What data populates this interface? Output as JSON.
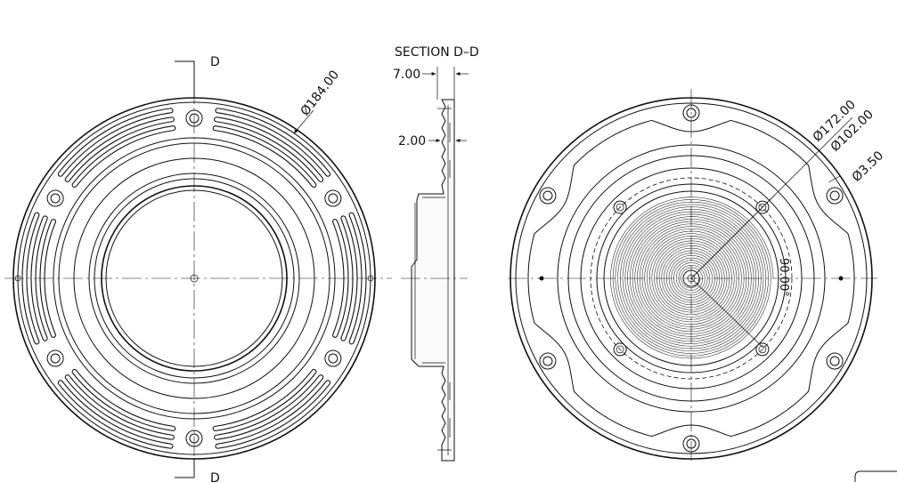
{
  "front_view": {
    "section_marker_top": "D",
    "section_marker_bottom": "D",
    "outer_diameter_label": "Ø184.00"
  },
  "section_view": {
    "title": "SECTION D–D",
    "thickness_label": "7.00",
    "wall_label": "2.00"
  },
  "rear_view": {
    "diameter_172_label": "Ø172.00",
    "diameter_102_label": "Ø102.00",
    "hole_label": "Ø3.50",
    "angle_label": "90.00°"
  }
}
